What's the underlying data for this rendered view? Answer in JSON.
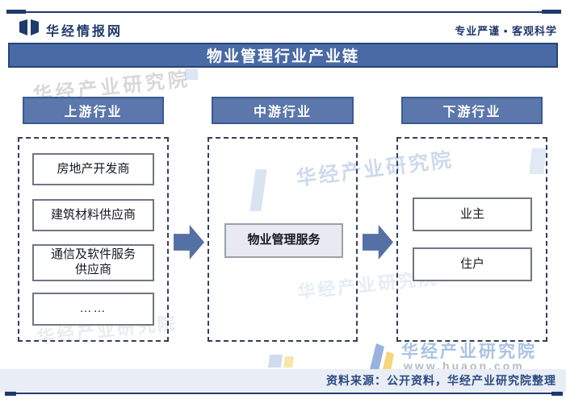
{
  "header": {
    "brand": "华经情报网",
    "tagline": "专业严谨 • 客观科学"
  },
  "title": "物业管理行业产业链",
  "diagram": {
    "upstream": {
      "header": "上游行业",
      "items": [
        "房地产开发商",
        "建筑材料供应商",
        "通信及软件服务\n供应商",
        "……"
      ]
    },
    "midstream": {
      "header": "中游行业",
      "items": [
        "物业管理服务"
      ]
    },
    "downstream": {
      "header": "下游行业",
      "items": [
        "业主",
        "住户"
      ]
    }
  },
  "footer": {
    "source": "资料来源：公开资料，华经产业研究院整理"
  },
  "watermark": {
    "brand": "华经产业研究院",
    "site": "www.huaon.com"
  },
  "colors": {
    "navy": "#1e3a6e",
    "title_bar_bg": "#4a6aa6",
    "column_header_bg": "#5b77ab",
    "arrow": "#5570a4",
    "midstream_box_bg": "#e9e9f1",
    "source_bar_bg": "#e9edf5",
    "watermark_blue": "#a9c3e2"
  }
}
